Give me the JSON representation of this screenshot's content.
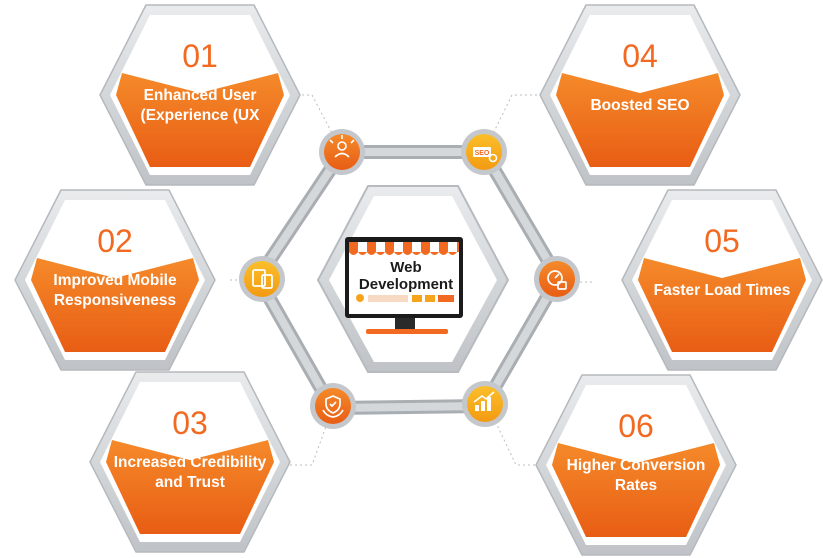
{
  "center": {
    "line1": "Web",
    "line2": "Development"
  },
  "benefits": [
    {
      "number": "01",
      "line1": "Enhanced User",
      "line2": "(Experience (UX",
      "icon": "user-experience-icon"
    },
    {
      "number": "02",
      "line1": "Improved Mobile",
      "line2": "Responsiveness",
      "icon": "mobile-devices-icon"
    },
    {
      "number": "03",
      "line1": "Increased Credibility",
      "line2": "and Trust",
      "icon": "trust-shield-icon"
    },
    {
      "number": "04",
      "line1": "Boosted SEO",
      "line2": "",
      "icon": "seo-icon"
    },
    {
      "number": "05",
      "line1": "Faster Load Times",
      "line2": "",
      "icon": "speed-icon"
    },
    {
      "number": "06",
      "line1": "Higher Conversion",
      "line2": "Rates",
      "icon": "growth-chart-icon"
    }
  ],
  "colors": {
    "orange": "#f26a21",
    "orange_dark": "#e05a12",
    "yellow": "#f7a41d",
    "gray_ring": "#c9cccf",
    "connector": "#b9bdc2"
  }
}
